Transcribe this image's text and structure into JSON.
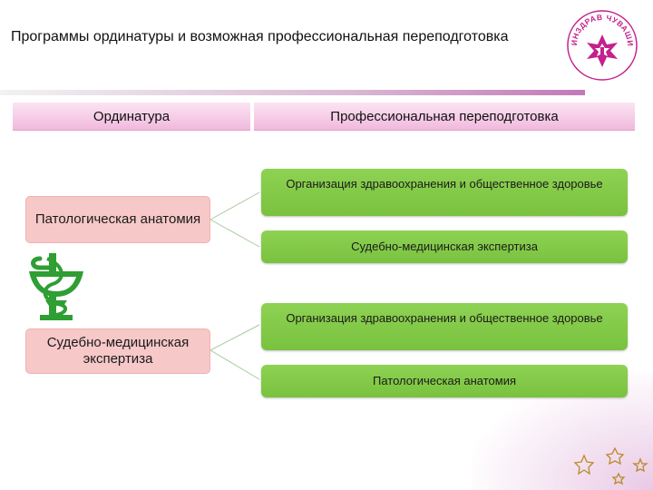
{
  "slide": {
    "title": "Программы ординатуры и возможная профессиональная переподготовка"
  },
  "logo": {
    "icon": "ministry-chuvashia-emblem",
    "text": "МИНЗДРАВ ЧУВАШИИ",
    "accent_color": "#c3218c"
  },
  "table_header": {
    "left": "Ординатура",
    "right": "Профессиональная переподготовка"
  },
  "groups": [
    {
      "residency": "Патологическая анатомия",
      "retraining": [
        "Организация здравоохранения и общественное здоровье",
        "Судебно-медицинская экспертиза"
      ]
    },
    {
      "residency": "Судебно-медицинская экспертиза",
      "retraining": [
        "Организация здравоохранения и общественное здоровье",
        "Патологическая анатомия"
      ]
    }
  ],
  "colors": {
    "residency_box": "#f7c8c8",
    "retraining_box": "#7fc545",
    "header_band": "#f1b9dd",
    "caduceus": "#2f9e33"
  },
  "icons": {
    "caduceus": "caduceus-bowl-snake-icon",
    "stars": "decorative-stars"
  }
}
